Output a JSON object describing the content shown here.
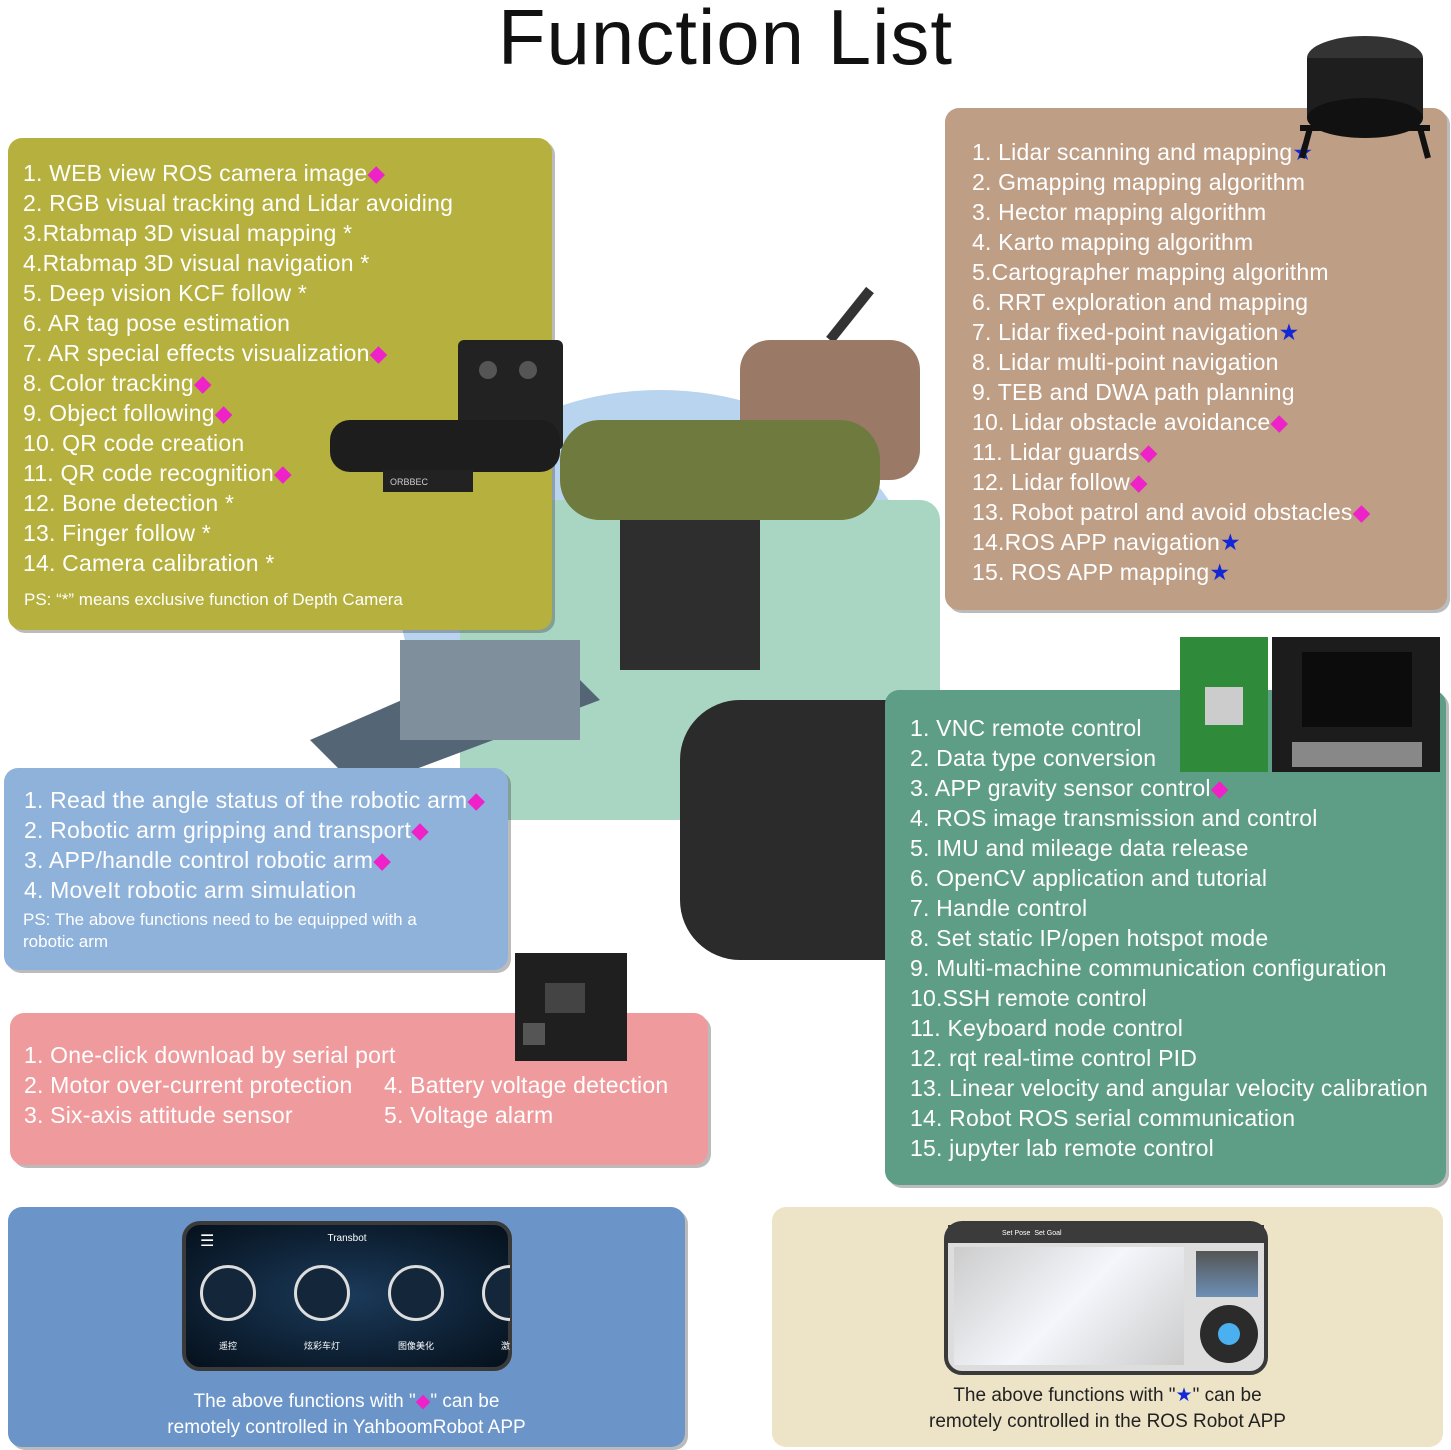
{
  "title": "Function List",
  "camera_panel": {
    "color": "#b6b03f",
    "items": [
      {
        "text": "1. WEB view ROS camera image",
        "marker": "◆",
        "type": "d"
      },
      {
        "text": "2. RGB visual tracking and Lidar avoiding",
        "marker": "",
        "type": "d"
      },
      {
        "text": "3.Rtabmap 3D visual mapping",
        "marker": " *",
        "type": "a"
      },
      {
        "text": "4.Rtabmap 3D visual navigation",
        "marker": " *",
        "type": "a"
      },
      {
        "text": "5. Deep vision KCF follow",
        "marker": " *",
        "type": "a"
      },
      {
        "text": "6. AR tag pose estimation",
        "marker": "",
        "type": "d"
      },
      {
        "text": "7. AR special effects visualization",
        "marker": "◆",
        "type": "d"
      },
      {
        "text": "8. Color tracking",
        "marker": "◆",
        "type": "d"
      },
      {
        "text": "9. Object following",
        "marker": "◆",
        "type": "d"
      },
      {
        "text": "10. QR code creation",
        "marker": "",
        "type": "d"
      },
      {
        "text": "11. QR code recognition",
        "marker": "◆",
        "type": "d"
      },
      {
        "text": "12. Bone detection",
        "marker": " *",
        "type": "a"
      },
      {
        "text": "13. Finger follow",
        "marker": " *",
        "type": "a"
      },
      {
        "text": "14. Camera calibration",
        "marker": " *",
        "type": "a"
      }
    ],
    "ps": "PS:  “*” means exclusive function of  Depth Camera",
    "camera_brand": "ORBBEC"
  },
  "lidar_panel": {
    "color": "#bf9e86",
    "items": [
      {
        "text": "1. Lidar scanning and mapping",
        "marker": "★",
        "type": "s"
      },
      {
        "text": "2. Gmapping mapping algorithm",
        "marker": "",
        "type": "s"
      },
      {
        "text": "3. Hector mapping algorithm",
        "marker": "",
        "type": "s"
      },
      {
        "text": "4. Karto mapping algorithm",
        "marker": "",
        "type": "s"
      },
      {
        "text": "5.Cartographer mapping algorithm",
        "marker": "",
        "type": "s"
      },
      {
        "text": "6. RRT exploration and mapping",
        "marker": "",
        "type": "s"
      },
      {
        "text": "7. Lidar fixed-point navigation",
        "marker": "★",
        "type": "s"
      },
      {
        "text": "8. Lidar multi-point navigation",
        "marker": "",
        "type": "s"
      },
      {
        "text": "9. TEB and DWA path planning",
        "marker": "",
        "type": "s"
      },
      {
        "text": "10. Lidar obstacle avoidance",
        "marker": "◆",
        "type": "d"
      },
      {
        "text": "11. Lidar guards",
        "marker": "◆",
        "type": "d"
      },
      {
        "text": "12. Lidar follow",
        "marker": "◆",
        "type": "d"
      },
      {
        "text": "13. Robot patrol and avoid obstacles",
        "marker": "◆",
        "type": "d"
      },
      {
        "text": "14.ROS APP navigation",
        "marker": "★",
        "type": "s"
      },
      {
        "text": "15. ROS APP mapping",
        "marker": "★",
        "type": "s"
      }
    ]
  },
  "arm_panel": {
    "color": "#8fb2da",
    "items": [
      {
        "text": "1. Read the angle status of the robotic arm",
        "marker": "◆",
        "type": "d"
      },
      {
        "text": "2. Robotic arm gripping and transport",
        "marker": "◆",
        "type": "d"
      },
      {
        "text": "3. APP/handle control robotic arm",
        "marker": "◆",
        "type": "d"
      },
      {
        "text": "4. MoveIt robotic arm simulation",
        "marker": "",
        "type": "d"
      }
    ],
    "ps": "PS: The above functions need to be equipped with a robotic arm"
  },
  "board_panel": {
    "color": "#ef9b9d",
    "left_items": [
      {
        "text": "1. One-click download by serial port",
        "marker": "",
        "type": "d"
      },
      {
        "text": "2. Motor over-current protection",
        "marker": "",
        "type": "d"
      },
      {
        "text": "3. Six-axis attitude sensor",
        "marker": "",
        "type": "d"
      }
    ],
    "right_items": [
      {
        "text": "4. Battery voltage detection",
        "marker": "",
        "type": "d"
      },
      {
        "text": "5. Voltage alarm",
        "marker": "",
        "type": "d"
      }
    ]
  },
  "system_panel": {
    "color": "#5f9e86",
    "items": [
      {
        "text": "1. VNC remote control",
        "marker": "",
        "type": "d"
      },
      {
        "text": "2. Data type conversion",
        "marker": "",
        "type": "d"
      },
      {
        "text": "3. APP gravity sensor control",
        "marker": "◆",
        "type": "d"
      },
      {
        "text": "4. ROS image transmission and control",
        "marker": "",
        "type": "d"
      },
      {
        "text": "5. IMU and mileage data release",
        "marker": "",
        "type": "d"
      },
      {
        "text": "6. OpenCV application and tutorial",
        "marker": "",
        "type": "d"
      },
      {
        "text": "7. Handle control",
        "marker": "",
        "type": "d"
      },
      {
        "text": "8. Set static IP/open hotspot mode",
        "marker": "",
        "type": "d"
      },
      {
        "text": "9. Multi-machine communication configuration",
        "marker": "",
        "type": "d"
      },
      {
        "text": "10.SSH remote control",
        "marker": "",
        "type": "d"
      },
      {
        "text": "11. Keyboard node control",
        "marker": "",
        "type": "d"
      },
      {
        "text": "12. rqt real-time control PID",
        "marker": "",
        "type": "d"
      },
      {
        "text": "13. Linear velocity and angular velocity calibration",
        "marker": "",
        "type": "d"
      },
      {
        "text": "14. Robot ROS serial communication",
        "marker": "",
        "type": "d"
      },
      {
        "text": "15. jupyter lab remote control",
        "marker": "",
        "type": "d"
      }
    ]
  },
  "yahboom_app": {
    "color": "#6b94c9",
    "app_title": "Transbot",
    "buttons": [
      "遥控",
      "炫彩车灯",
      "图像美化",
      "激光"
    ],
    "caption_pre": "The above functions with \"",
    "marker": "◆",
    "caption_post": "\" can be",
    "caption_line2": "remotely controlled in YahboomRobot APP"
  },
  "ros_app": {
    "color": "#ede3c7",
    "set_pose": "Set Pose",
    "set_goal": "Set Goal",
    "caption_pre": "The above functions with \"",
    "marker": "★",
    "caption_post": "\" can be",
    "caption_line2": "remotely controlled in the ROS Robot APP"
  }
}
